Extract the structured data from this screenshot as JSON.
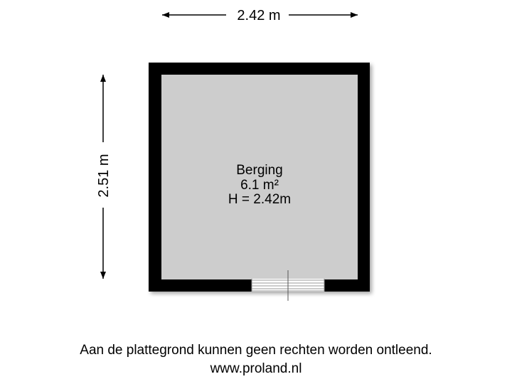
{
  "dimensions": {
    "width_label": "2.42 m",
    "depth_label": "2.51 m"
  },
  "room": {
    "name": "Berging",
    "area": "6.1 m²",
    "height": "H = 2.42m"
  },
  "footer": {
    "disclaimer": "Aan de plattegrond kunnen geen rechten worden ontleend.",
    "website": "www.proland.nl"
  },
  "colors": {
    "wall": "#000000",
    "floor": "#cdcdcd",
    "door_frame": "#888888"
  }
}
